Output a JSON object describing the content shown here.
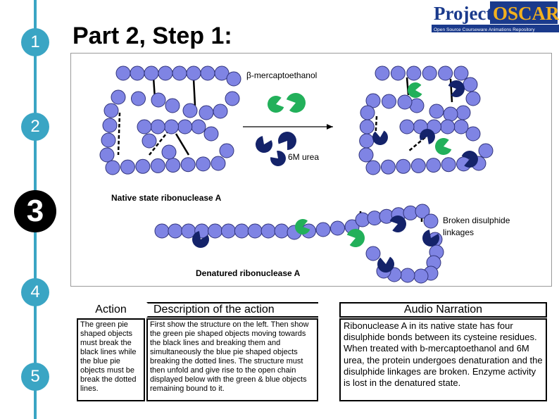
{
  "title": "Part 2, Step 1:",
  "steps": [
    "1",
    "2",
    "3",
    "4",
    "5"
  ],
  "logo": {
    "word1": "Project",
    "word2": "OSCAR",
    "tagline": "Open Source Courseware Animations Repository"
  },
  "diagram": {
    "reagent1": "β-mercaptoethanol",
    "reagent2": "6M urea",
    "native_label": "Native state ribonuclease A",
    "broken_label_1": "Broken disulphide",
    "broken_label_2": "linkages",
    "denatured_label": "Denatured ribonuclease A"
  },
  "table": {
    "headers": {
      "action": "Action",
      "description": "Description of the action",
      "audio": "Audio Narration"
    },
    "action_text": "The green pie shaped objects must break the black lines while the blue pie objects must be break the dotted lines.",
    "description_text": "First show the structure on the left. Then show the green pie shaped objects moving towards the black lines and breaking them and simultaneously the blue pie shaped objects breaking the dotted lines. The structure must then unfold and give rise to the open chain displayed below with the green & blue objects remaining bound to it.",
    "audio_text": "Ribonuclease A in its native state has four disulphide bonds between its cysteine residues. When treated with b-mercaptoethanol and 6M urea, the protein undergoes denaturation and the disulphide linkages are broken. Enzyme activity is lost in the denatured state."
  },
  "colors": {
    "bead": "#7f84e4",
    "bead_stroke": "#30337a",
    "green": "#22b05a",
    "navy": "#14236a",
    "step": "#3aa5c4",
    "timeline": "#3aa5c4"
  }
}
